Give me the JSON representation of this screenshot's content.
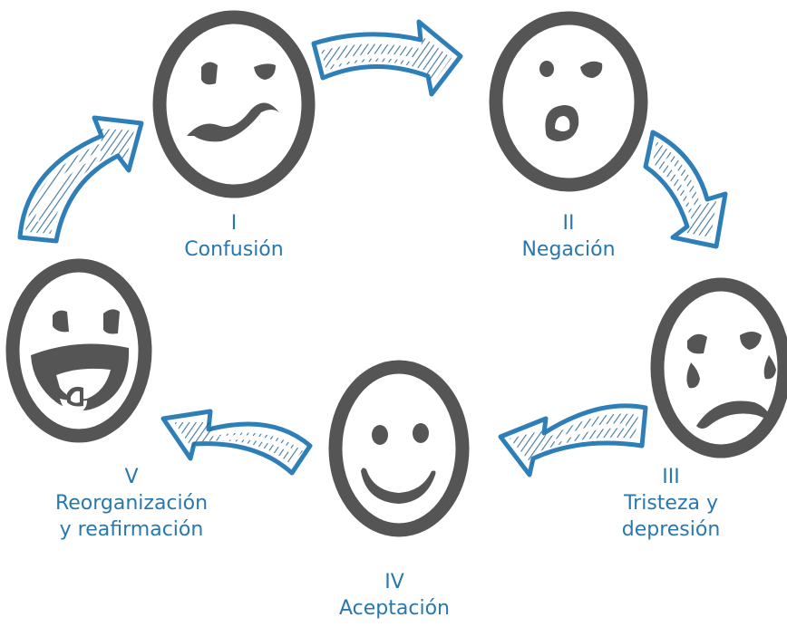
{
  "colors": {
    "face_stroke": "#555555",
    "arrow_fill": "#2e7fb8",
    "arrow_hatch": "#1f5f8e",
    "label_text": "#2878ae"
  },
  "stages": [
    {
      "numeral": "I",
      "name": "Confusión",
      "face_icon": "confused-face-icon"
    },
    {
      "numeral": "II",
      "name": "Negación",
      "face_icon": "shocked-face-icon"
    },
    {
      "numeral": "III",
      "name_lines": [
        "Tristeza y",
        "depresión"
      ],
      "face_icon": "crying-face-icon"
    },
    {
      "numeral": "IV",
      "name": "Aceptación",
      "face_icon": "smiling-face-icon"
    },
    {
      "numeral": "V",
      "name_lines": [
        "Reorganización",
        "y reafirmación"
      ],
      "face_icon": "laughing-face-icon"
    }
  ],
  "arrows": [
    {
      "from": "I",
      "to": "II",
      "icon": "arrow-right-icon"
    },
    {
      "from": "II",
      "to": "III",
      "icon": "arrow-down-right-icon"
    },
    {
      "from": "III",
      "to": "IV",
      "icon": "arrow-left-icon"
    },
    {
      "from": "IV",
      "to": "V",
      "icon": "arrow-left-icon"
    },
    {
      "from": "V",
      "to": "I",
      "icon": "arrow-up-right-icon"
    }
  ]
}
